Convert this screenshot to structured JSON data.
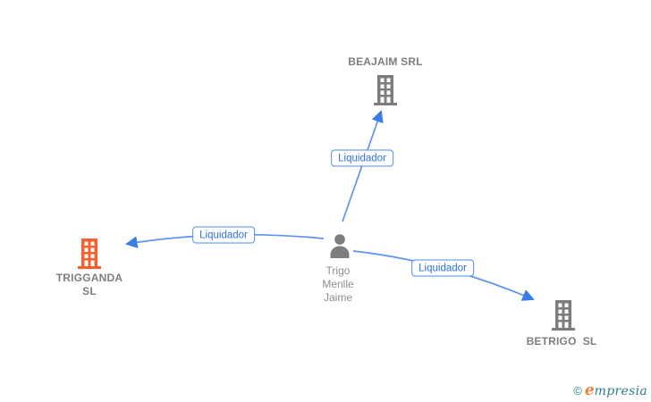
{
  "page": {
    "background": "#ffffff"
  },
  "graph": {
    "nodes": [
      {
        "id": "beajaim",
        "label": "BEAJAIM SRL",
        "type": "company",
        "icon": "building-icon",
        "icon_color": "#7d7d7d"
      },
      {
        "id": "trigganda",
        "label": "TRIGGANDA\nSL",
        "type": "company",
        "icon": "building-icon",
        "icon_color": "#f85f2d"
      },
      {
        "id": "person",
        "label": "Trigo\nMenlle\nJaime",
        "type": "person",
        "icon": "person-icon",
        "icon_color": "#7d7d7d"
      },
      {
        "id": "betrigo",
        "label": "BETRIGO  SL",
        "type": "company",
        "icon": "building-icon",
        "icon_color": "#7d7d7d"
      }
    ],
    "edges": [
      {
        "label": "Liquidador",
        "from": "Trigo Menlle Jaime",
        "to": "BEAJAIM SRL"
      },
      {
        "label": "Liquidador",
        "from": "Trigo Menlle Jaime",
        "to": "TRIGGANDA SL"
      },
      {
        "label": "Liquidador",
        "from": "Trigo Menlle Jaime",
        "to": "BETRIGO SL"
      }
    ]
  },
  "colors": {
    "edge": "#5d94f1",
    "arrowhead": "#3b7de8",
    "edge_label_border": "#4f8cf0",
    "edge_label_text": "#2f6fe4",
    "company_icon": "#7d7d7d",
    "highlight_icon": "#f85f2d",
    "person_icon": "#7d7d7d",
    "company_label_text": "#7e7e7e",
    "person_label_text": "#8d8d8d",
    "brand_teal": "#2e7e90",
    "brand_orange": "#f0812c"
  },
  "footer": {
    "copyright_symbol": "©",
    "brand_initial": "e",
    "brand_rest": "mpresia"
  }
}
